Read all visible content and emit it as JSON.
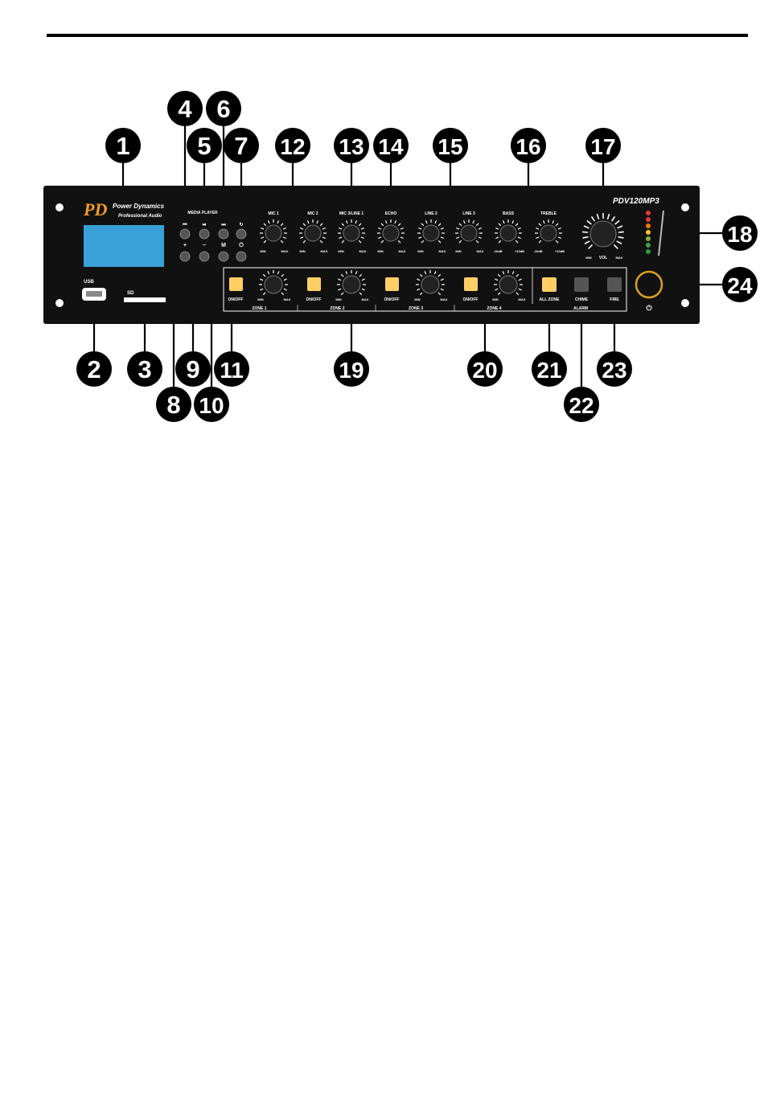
{
  "brand": {
    "logo_mark": "PD",
    "name": "Power Dynamics",
    "tagline": "Professional Audio",
    "model": "PDV120MP3"
  },
  "section_labels": {
    "media_player": "MEDIA PLAYER",
    "usb": "USB",
    "sd": "SD",
    "vol": "VOL",
    "alarm": "ALARM"
  },
  "player_buttons": {
    "top": [
      "prev",
      "play-pause",
      "next",
      "repeat"
    ],
    "bottom_labels": [
      "+",
      "−",
      "M",
      "⏻"
    ]
  },
  "knob_labels": [
    "MIC 1",
    "MIC 2",
    "MIC 3/LINE 1",
    "ECHO",
    "LINE 2",
    "LINE 3",
    "BASS",
    "TREBLE"
  ],
  "knob_ranges": {
    "min": "MIN",
    "max": "MAX",
    "bass_min": "-10dB",
    "bass_max": "+10dB"
  },
  "zone_button_label": "ON/OFF",
  "zones": [
    "ZONE 1",
    "ZONE 2",
    "ZONE 3",
    "ZONE 4"
  ],
  "alarm_buttons": [
    "ALL ZONE",
    "CHIME",
    "FIRE"
  ],
  "power_symbol": "⏻",
  "colors": {
    "panel": "#111111",
    "lcd": "#3aa0d8",
    "zone_button": "#ffcf66",
    "alarm_button": "#555555",
    "callout": "#000000",
    "power_ring": "#d9a020",
    "logo": "#f0a020",
    "led_levels": [
      "#e53935",
      "#e53935",
      "#f57c00",
      "#fbc02d",
      "#7cb342",
      "#43a047",
      "#2e9e3a"
    ]
  },
  "callouts": [
    "1",
    "2",
    "3",
    "4",
    "5",
    "6",
    "7",
    "8",
    "9",
    "10",
    "11",
    "12",
    "13",
    "14",
    "15",
    "16",
    "17",
    "18",
    "19",
    "20",
    "21",
    "22",
    "23",
    "24"
  ]
}
